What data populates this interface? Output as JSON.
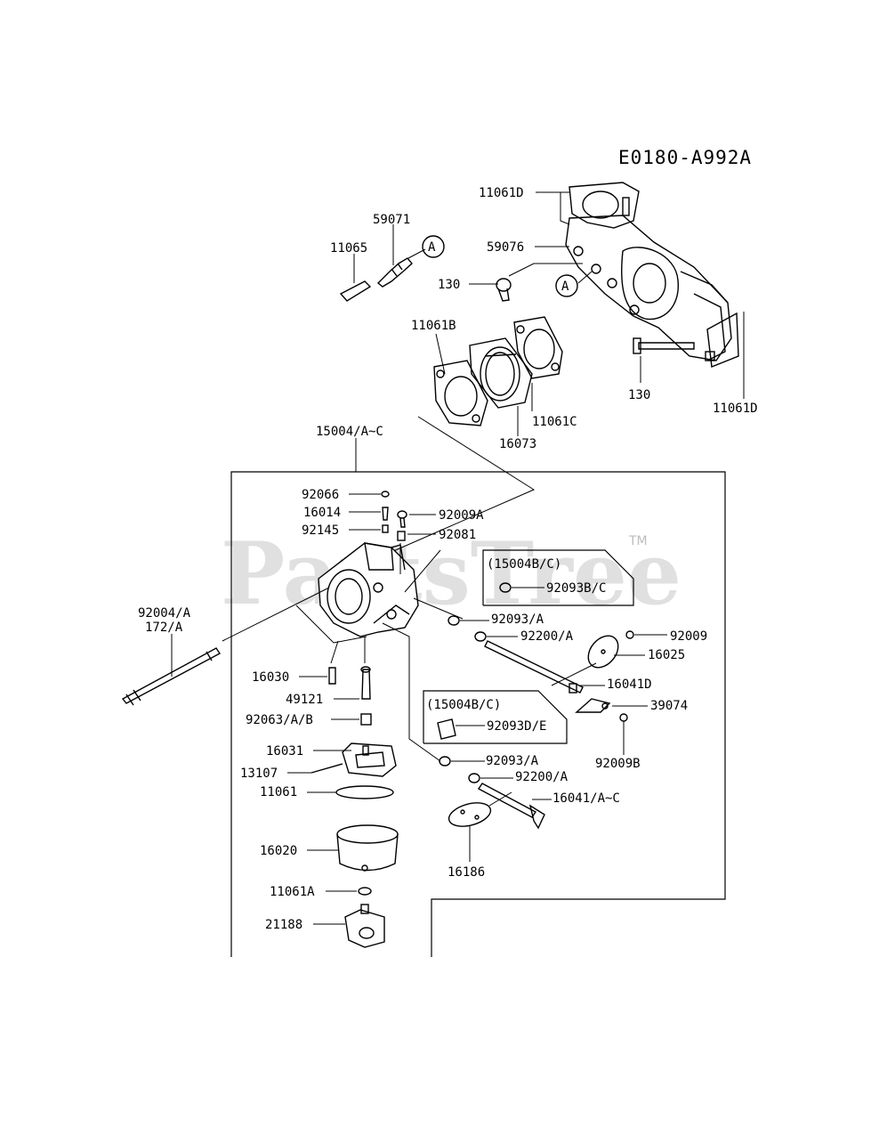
{
  "diagram_code": "E0180-A992A",
  "watermark": {
    "text": "PartsTree",
    "tm": "TM"
  },
  "callout_marker": "A",
  "parts": {
    "p11061D_top": "11061D",
    "p59071": "59071",
    "p11065": "11065",
    "p59076": "59076",
    "p130_top": "130",
    "p11061B": "11061B",
    "p130_right": "130",
    "p11061D_right": "11061D",
    "p11061C": "11061C",
    "p16073": "16073",
    "p15004": "15004/A~C",
    "p92066": "92066",
    "p16014": "16014",
    "p92009A": "92009A",
    "p92145": "92145",
    "p92081": "92081",
    "p92004": "92004/A",
    "p172": "172/A",
    "p92093A_1": "92093/A",
    "p92200A_1": "92200/A",
    "p92009": "92009",
    "p16025": "16025",
    "p16030": "16030",
    "p16041D": "16041D",
    "p49121": "49121",
    "p39074": "39074",
    "p92063": "92063/A/B",
    "p92009B": "92009B",
    "p16031": "16031",
    "p92093A_2": "92093/A",
    "p13107": "13107",
    "p92200A_2": "92200/A",
    "p11061": "11061",
    "p16041AC": "16041/A~C",
    "p16020": "16020",
    "p16186": "16186",
    "p11061A": "11061A",
    "p21188": "21188"
  },
  "variant_boxes": {
    "box1_title": "(15004B/C)",
    "box1_part": "92093B/C",
    "box2_title": "(15004B/C)",
    "box2_part": "92093D/E"
  }
}
